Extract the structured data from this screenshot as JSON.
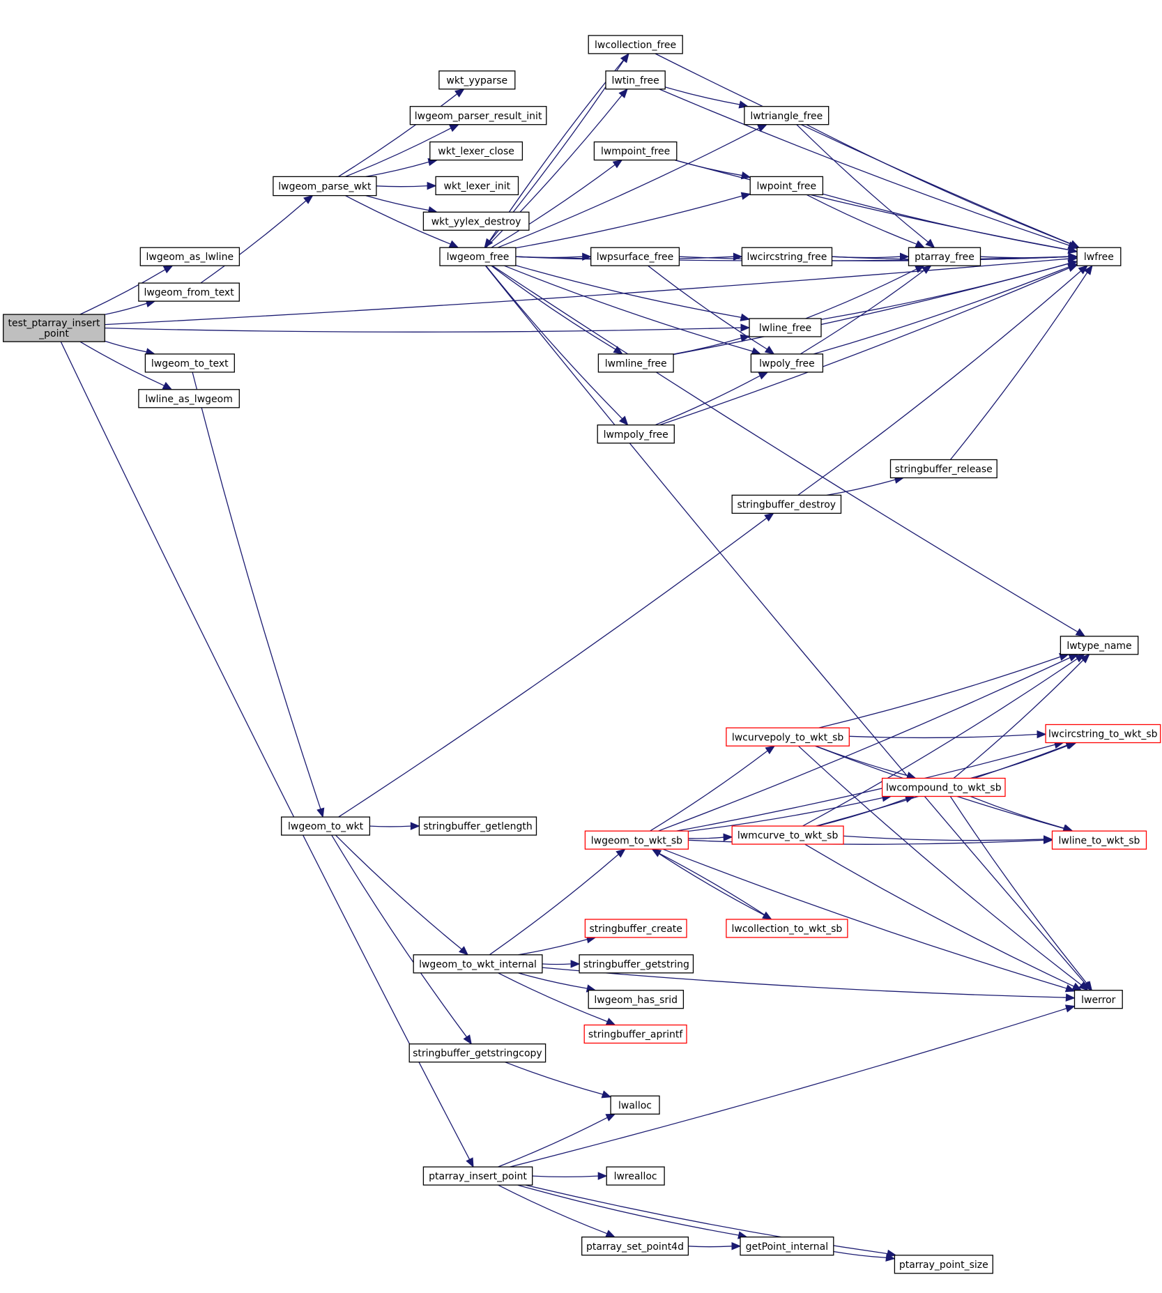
{
  "title": "test_ptarray_insert_point call graph",
  "colors": {
    "edge": "#191970",
    "node_border": "#000000",
    "node_border_truncated": "#ff0000",
    "root_fill": "#bfbfbf",
    "node_fill": "#ffffff"
  },
  "nodes": [
    {
      "id": "test_ptarray_insert_point",
      "label": [
        "test_ptarray_insert",
        "_point"
      ],
      "kind": "root"
    },
    {
      "id": "lwgeom_as_lwline",
      "label": [
        "lwgeom_as_lwline"
      ],
      "kind": "normal"
    },
    {
      "id": "lwgeom_from_text",
      "label": [
        "lwgeom_from_text"
      ],
      "kind": "normal"
    },
    {
      "id": "lwgeom_to_text",
      "label": [
        "lwgeom_to_text"
      ],
      "kind": "normal"
    },
    {
      "id": "lwline_as_lwgeom",
      "label": [
        "lwline_as_lwgeom"
      ],
      "kind": "normal"
    },
    {
      "id": "lwgeom_parse_wkt",
      "label": [
        "lwgeom_parse_wkt"
      ],
      "kind": "normal"
    },
    {
      "id": "wkt_yyparse",
      "label": [
        "wkt_yyparse"
      ],
      "kind": "normal"
    },
    {
      "id": "lwgeom_parser_result_init",
      "label": [
        "lwgeom_parser_result_init"
      ],
      "kind": "normal"
    },
    {
      "id": "wkt_lexer_close",
      "label": [
        "wkt_lexer_close"
      ],
      "kind": "normal"
    },
    {
      "id": "wkt_lexer_init",
      "label": [
        "wkt_lexer_init"
      ],
      "kind": "normal"
    },
    {
      "id": "wkt_yylex_destroy",
      "label": [
        "wkt_yylex_destroy"
      ],
      "kind": "normal"
    },
    {
      "id": "lwgeom_free",
      "label": [
        "lwgeom_free"
      ],
      "kind": "normal"
    },
    {
      "id": "lwcollection_free",
      "label": [
        "lwcollection_free"
      ],
      "kind": "normal"
    },
    {
      "id": "lwtin_free",
      "label": [
        "lwtin_free"
      ],
      "kind": "normal"
    },
    {
      "id": "lwtriangle_free",
      "label": [
        "lwtriangle_free"
      ],
      "kind": "normal"
    },
    {
      "id": "lwmpoint_free",
      "label": [
        "lwmpoint_free"
      ],
      "kind": "normal"
    },
    {
      "id": "lwpoint_free",
      "label": [
        "lwpoint_free"
      ],
      "kind": "normal"
    },
    {
      "id": "lwpsurface_free",
      "label": [
        "lwpsurface_free"
      ],
      "kind": "normal"
    },
    {
      "id": "lwcircstring_free",
      "label": [
        "lwcircstring_free"
      ],
      "kind": "normal"
    },
    {
      "id": "ptarray_free",
      "label": [
        "ptarray_free"
      ],
      "kind": "normal"
    },
    {
      "id": "lwfree",
      "label": [
        "lwfree"
      ],
      "kind": "normal"
    },
    {
      "id": "lwline_free",
      "label": [
        "lwline_free"
      ],
      "kind": "normal"
    },
    {
      "id": "lwmline_free",
      "label": [
        "lwmline_free"
      ],
      "kind": "normal"
    },
    {
      "id": "lwpoly_free",
      "label": [
        "lwpoly_free"
      ],
      "kind": "normal"
    },
    {
      "id": "lwmpoly_free",
      "label": [
        "lwmpoly_free"
      ],
      "kind": "normal"
    },
    {
      "id": "stringbuffer_release",
      "label": [
        "stringbuffer_release"
      ],
      "kind": "normal"
    },
    {
      "id": "stringbuffer_destroy",
      "label": [
        "stringbuffer_destroy"
      ],
      "kind": "normal"
    },
    {
      "id": "lwtype_name",
      "label": [
        "lwtype_name"
      ],
      "kind": "normal"
    },
    {
      "id": "lwcircstring_to_wkt_sb",
      "label": [
        "lwcircstring_to_wkt_sb"
      ],
      "kind": "truncated"
    },
    {
      "id": "lwcurvepoly_to_wkt_sb",
      "label": [
        "lwcurvepoly_to_wkt_sb"
      ],
      "kind": "truncated"
    },
    {
      "id": "lwcompound_to_wkt_sb",
      "label": [
        "lwcompound_to_wkt_sb"
      ],
      "kind": "truncated"
    },
    {
      "id": "lwgeom_to_wkt",
      "label": [
        "lwgeom_to_wkt"
      ],
      "kind": "normal"
    },
    {
      "id": "stringbuffer_getlength",
      "label": [
        "stringbuffer_getlength"
      ],
      "kind": "normal"
    },
    {
      "id": "lwgeom_to_wkt_sb",
      "label": [
        "lwgeom_to_wkt_sb"
      ],
      "kind": "truncated"
    },
    {
      "id": "lwmcurve_to_wkt_sb",
      "label": [
        "lwmcurve_to_wkt_sb"
      ],
      "kind": "truncated"
    },
    {
      "id": "lwline_to_wkt_sb",
      "label": [
        "lwline_to_wkt_sb"
      ],
      "kind": "truncated"
    },
    {
      "id": "lwcollection_to_wkt_sb",
      "label": [
        "lwcollection_to_wkt_sb"
      ],
      "kind": "truncated"
    },
    {
      "id": "lwgeom_to_wkt_internal",
      "label": [
        "lwgeom_to_wkt_internal"
      ],
      "kind": "normal"
    },
    {
      "id": "stringbuffer_create",
      "label": [
        "stringbuffer_create"
      ],
      "kind": "truncated"
    },
    {
      "id": "stringbuffer_getstring",
      "label": [
        "stringbuffer_getstring"
      ],
      "kind": "normal"
    },
    {
      "id": "lwgeom_has_srid",
      "label": [
        "lwgeom_has_srid"
      ],
      "kind": "normal"
    },
    {
      "id": "stringbuffer_aprintf",
      "label": [
        "stringbuffer_aprintf"
      ],
      "kind": "truncated"
    },
    {
      "id": "lwerror",
      "label": [
        "lwerror"
      ],
      "kind": "normal"
    },
    {
      "id": "stringbuffer_getstringcopy",
      "label": [
        "stringbuffer_getstringcopy"
      ],
      "kind": "normal"
    },
    {
      "id": "lwalloc",
      "label": [
        "lwalloc"
      ],
      "kind": "normal"
    },
    {
      "id": "ptarray_insert_point",
      "label": [
        "ptarray_insert_point"
      ],
      "kind": "normal"
    },
    {
      "id": "lwrealloc",
      "label": [
        "lwrealloc"
      ],
      "kind": "normal"
    },
    {
      "id": "ptarray_set_point4d",
      "label": [
        "ptarray_set_point4d"
      ],
      "kind": "normal"
    },
    {
      "id": "getPoint_internal",
      "label": [
        "getPoint_internal"
      ],
      "kind": "normal"
    },
    {
      "id": "ptarray_point_size",
      "label": [
        "ptarray_point_size"
      ],
      "kind": "normal"
    }
  ],
  "edges": [
    [
      "test_ptarray_insert_point",
      "lwfree"
    ],
    [
      "test_ptarray_insert_point",
      "lwgeom_as_lwline"
    ],
    [
      "test_ptarray_insert_point",
      "lwgeom_from_text"
    ],
    [
      "test_ptarray_insert_point",
      "lwline_free"
    ],
    [
      "test_ptarray_insert_point",
      "lwgeom_to_text"
    ],
    [
      "test_ptarray_insert_point",
      "lwline_as_lwgeom"
    ],
    [
      "test_ptarray_insert_point",
      "ptarray_insert_point"
    ],
    [
      "lwgeom_from_text",
      "lwgeom_parse_wkt"
    ],
    [
      "lwgeom_parse_wkt",
      "wkt_yyparse"
    ],
    [
      "lwgeom_parse_wkt",
      "lwgeom_parser_result_init"
    ],
    [
      "lwgeom_parse_wkt",
      "wkt_lexer_close"
    ],
    [
      "lwgeom_parse_wkt",
      "wkt_lexer_init"
    ],
    [
      "lwgeom_parse_wkt",
      "wkt_yylex_destroy"
    ],
    [
      "lwgeom_parse_wkt",
      "lwgeom_free"
    ],
    [
      "lwgeom_free",
      "lwcollection_free"
    ],
    [
      "lwgeom_free",
      "lwtin_free"
    ],
    [
      "lwgeom_free",
      "lwtriangle_free"
    ],
    [
      "lwgeom_free",
      "lwmpoint_free"
    ],
    [
      "lwgeom_free",
      "lwpoint_free"
    ],
    [
      "lwgeom_free",
      "lwpsurface_free"
    ],
    [
      "lwgeom_free",
      "lwcircstring_free"
    ],
    [
      "lwgeom_free",
      "lwfree"
    ],
    [
      "lwgeom_free",
      "lwline_free"
    ],
    [
      "lwgeom_free",
      "lwmline_free"
    ],
    [
      "lwgeom_free",
      "lwpoly_free"
    ],
    [
      "lwgeom_free",
      "lwmpoly_free"
    ],
    [
      "lwgeom_free",
      "lwtype_name"
    ],
    [
      "lwgeom_free",
      "lwerror"
    ],
    [
      "lwcollection_free",
      "lwgeom_free"
    ],
    [
      "lwcollection_free",
      "lwfree"
    ],
    [
      "lwtin_free",
      "lwtriangle_free"
    ],
    [
      "lwtin_free",
      "lwfree"
    ],
    [
      "lwtriangle_free",
      "ptarray_free"
    ],
    [
      "lwtriangle_free",
      "lwfree"
    ],
    [
      "lwmpoint_free",
      "lwpoint_free"
    ],
    [
      "lwmpoint_free",
      "lwfree"
    ],
    [
      "lwpoint_free",
      "ptarray_free"
    ],
    [
      "lwpoint_free",
      "lwfree"
    ],
    [
      "lwpsurface_free",
      "lwpoly_free"
    ],
    [
      "lwpsurface_free",
      "lwfree"
    ],
    [
      "lwcircstring_free",
      "ptarray_free"
    ],
    [
      "lwcircstring_free",
      "lwfree"
    ],
    [
      "ptarray_free",
      "lwfree"
    ],
    [
      "lwline_free",
      "ptarray_free"
    ],
    [
      "lwline_free",
      "lwfree"
    ],
    [
      "lwmline_free",
      "lwline_free"
    ],
    [
      "lwmline_free",
      "lwfree"
    ],
    [
      "lwpoly_free",
      "ptarray_free"
    ],
    [
      "lwpoly_free",
      "lwfree"
    ],
    [
      "lwmpoly_free",
      "lwpoly_free"
    ],
    [
      "lwmpoly_free",
      "lwfree"
    ],
    [
      "lwgeom_to_text",
      "lwgeom_to_wkt"
    ],
    [
      "lwgeom_to_wkt",
      "stringbuffer_destroy"
    ],
    [
      "lwgeom_to_wkt",
      "stringbuffer_getlength"
    ],
    [
      "lwgeom_to_wkt",
      "lwgeom_to_wkt_internal"
    ],
    [
      "lwgeom_to_wkt",
      "stringbuffer_getstringcopy"
    ],
    [
      "stringbuffer_destroy",
      "stringbuffer_release"
    ],
    [
      "stringbuffer_destroy",
      "lwfree"
    ],
    [
      "stringbuffer_release",
      "lwfree"
    ],
    [
      "lwgeom_to_wkt_internal",
      "lwgeom_to_wkt_sb"
    ],
    [
      "lwgeom_to_wkt_internal",
      "stringbuffer_create"
    ],
    [
      "lwgeom_to_wkt_internal",
      "stringbuffer_getstring"
    ],
    [
      "lwgeom_to_wkt_internal",
      "lwgeom_has_srid"
    ],
    [
      "lwgeom_to_wkt_internal",
      "stringbuffer_aprintf"
    ],
    [
      "lwgeom_to_wkt_internal",
      "lwerror"
    ],
    [
      "lwgeom_to_wkt_sb",
      "lwtype_name"
    ],
    [
      "lwgeom_to_wkt_sb",
      "lwcircstring_to_wkt_sb"
    ],
    [
      "lwgeom_to_wkt_sb",
      "lwcurvepoly_to_wkt_sb"
    ],
    [
      "lwgeom_to_wkt_sb",
      "lwcompound_to_wkt_sb"
    ],
    [
      "lwgeom_to_wkt_sb",
      "lwmcurve_to_wkt_sb"
    ],
    [
      "lwgeom_to_wkt_sb",
      "lwline_to_wkt_sb"
    ],
    [
      "lwgeom_to_wkt_sb",
      "lwcollection_to_wkt_sb"
    ],
    [
      "lwgeom_to_wkt_sb",
      "lwerror"
    ],
    [
      "lwcollection_to_wkt_sb",
      "lwgeom_to_wkt_sb"
    ],
    [
      "lwcurvepoly_to_wkt_sb",
      "lwtype_name"
    ],
    [
      "lwcurvepoly_to_wkt_sb",
      "lwcircstring_to_wkt_sb"
    ],
    [
      "lwcurvepoly_to_wkt_sb",
      "lwcompound_to_wkt_sb"
    ],
    [
      "lwcurvepoly_to_wkt_sb",
      "lwline_to_wkt_sb"
    ],
    [
      "lwcurvepoly_to_wkt_sb",
      "lwerror"
    ],
    [
      "lwcompound_to_wkt_sb",
      "lwtype_name"
    ],
    [
      "lwcompound_to_wkt_sb",
      "lwcircstring_to_wkt_sb"
    ],
    [
      "lwcompound_to_wkt_sb",
      "lwline_to_wkt_sb"
    ],
    [
      "lwcompound_to_wkt_sb",
      "lwerror"
    ],
    [
      "lwmcurve_to_wkt_sb",
      "lwtype_name"
    ],
    [
      "lwmcurve_to_wkt_sb",
      "lwcompound_to_wkt_sb"
    ],
    [
      "lwmcurve_to_wkt_sb",
      "lwcircstring_to_wkt_sb"
    ],
    [
      "lwmcurve_to_wkt_sb",
      "lwline_to_wkt_sb"
    ],
    [
      "lwmcurve_to_wkt_sb",
      "lwerror"
    ],
    [
      "stringbuffer_getstringcopy",
      "lwalloc"
    ],
    [
      "ptarray_insert_point",
      "lwalloc"
    ],
    [
      "ptarray_insert_point",
      "lwerror"
    ],
    [
      "ptarray_insert_point",
      "lwrealloc"
    ],
    [
      "ptarray_insert_point",
      "getPoint_internal"
    ],
    [
      "ptarray_insert_point",
      "ptarray_set_point4d"
    ],
    [
      "ptarray_insert_point",
      "ptarray_point_size"
    ],
    [
      "ptarray_set_point4d",
      "getPoint_internal"
    ],
    [
      "getPoint_internal",
      "ptarray_point_size"
    ]
  ]
}
